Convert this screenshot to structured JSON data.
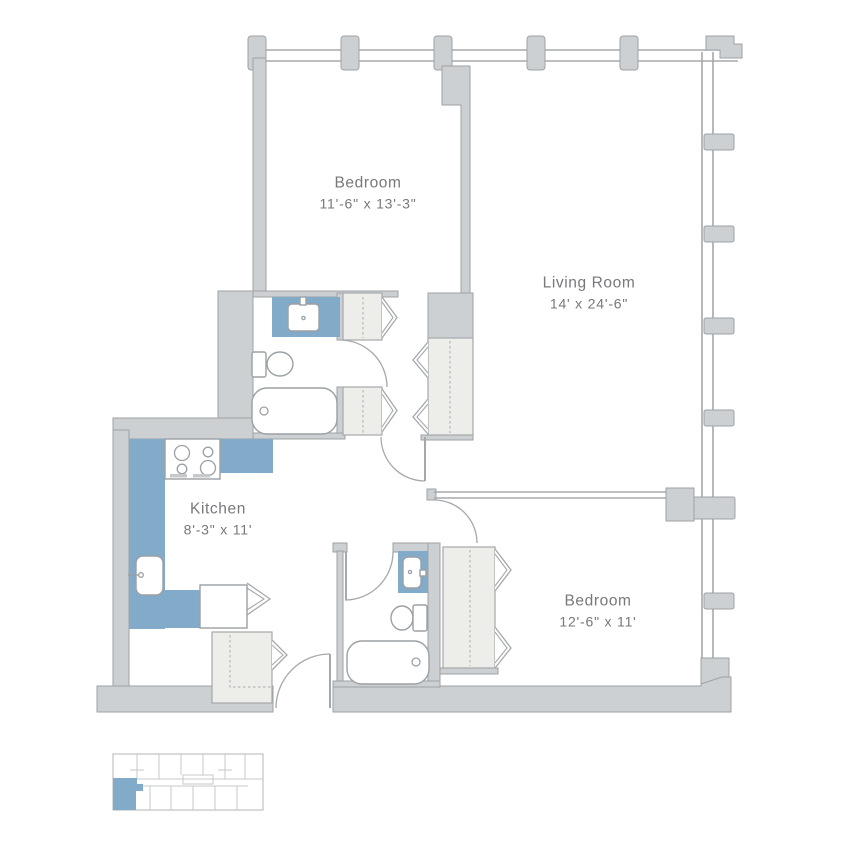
{
  "colors": {
    "wall_fill": "#CDD0D3",
    "wall_stroke": "#9EA2A6",
    "line": "#A5A8AC",
    "closet_fill": "#EDEEEA",
    "dash": "#B4B7BA",
    "accent_blue": "#82ABCA",
    "fixture_stroke": "#9BA0A4",
    "keyplan_line": "#C6C9CB",
    "label_text": "#76787B",
    "background": "#FFFFFF"
  },
  "rooms": [
    {
      "name": "Bedroom",
      "dims": "11'-6\" x 13'-3\""
    },
    {
      "name": "Living Room",
      "dims": "14' x 24'-6\""
    },
    {
      "name": "Kitchen",
      "dims": "8'-3\" x 11'"
    },
    {
      "name": "Bedroom",
      "dims": "12'-6\" x 11'"
    }
  ],
  "fixtures": [
    "bathtub",
    "toilet",
    "vanity-sink",
    "kitchen-sink",
    "stove-burners",
    "dishwasher-cabinet",
    "bifold-closet-door",
    "hinged-door-swing",
    "window-curtain-wall",
    "structural-column"
  ],
  "keyplan": {
    "highlighted_unit": "bottom-left",
    "highlight_color": "#82ABCA"
  }
}
